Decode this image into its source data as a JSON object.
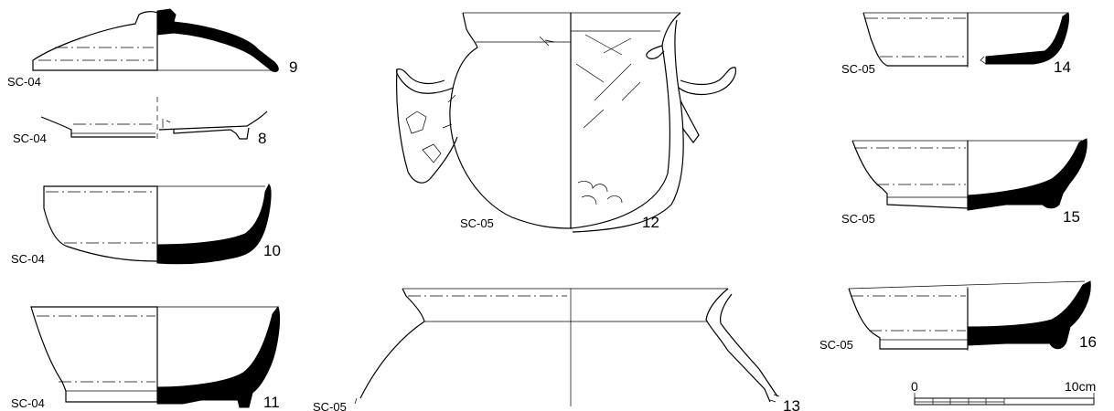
{
  "vessels": [
    {
      "number": "9",
      "site": "SC-04"
    },
    {
      "number": "8",
      "site": "SC-04"
    },
    {
      "number": "10",
      "site": "SC-04"
    },
    {
      "number": "11",
      "site": "SC-04"
    },
    {
      "number": "12",
      "site": "SC-05"
    },
    {
      "number": "13",
      "site": "SC-05"
    },
    {
      "number": "14",
      "site": "SC-05"
    },
    {
      "number": "15",
      "site": "SC-05"
    },
    {
      "number": "16",
      "site": "SC-05"
    }
  ],
  "scale_bar": {
    "start_label": "0",
    "end_label": "10cm"
  },
  "colors": {
    "ink": "#000000",
    "background": "#ffffff"
  }
}
